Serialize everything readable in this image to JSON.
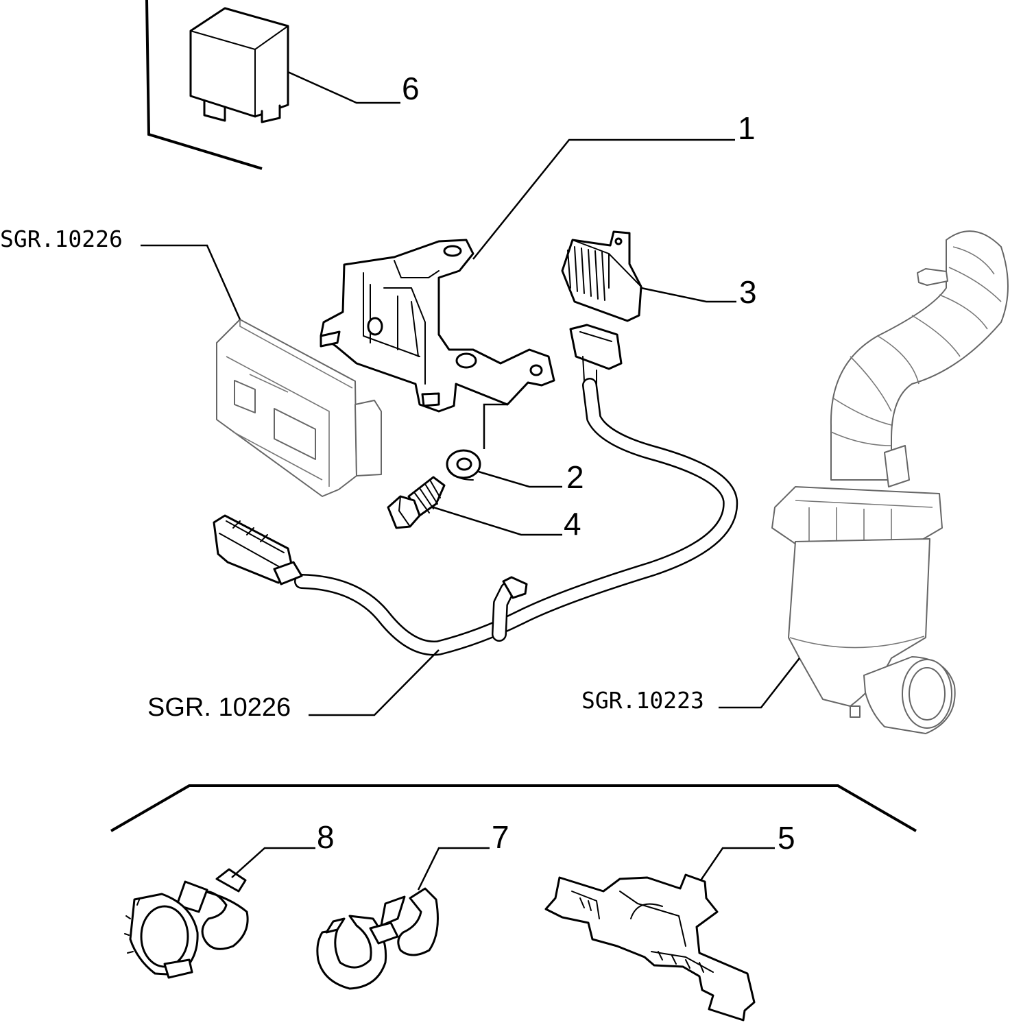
{
  "callouts": {
    "c1": "1",
    "c2": "2",
    "c3": "3",
    "c4": "4",
    "c5": "5",
    "c6": "6",
    "c7": "7",
    "c8": "8"
  },
  "references": {
    "ecu_ref": "SGR.10226",
    "harness_ref": "SGR. 10226",
    "converter_ref": "SGR.10223"
  }
}
